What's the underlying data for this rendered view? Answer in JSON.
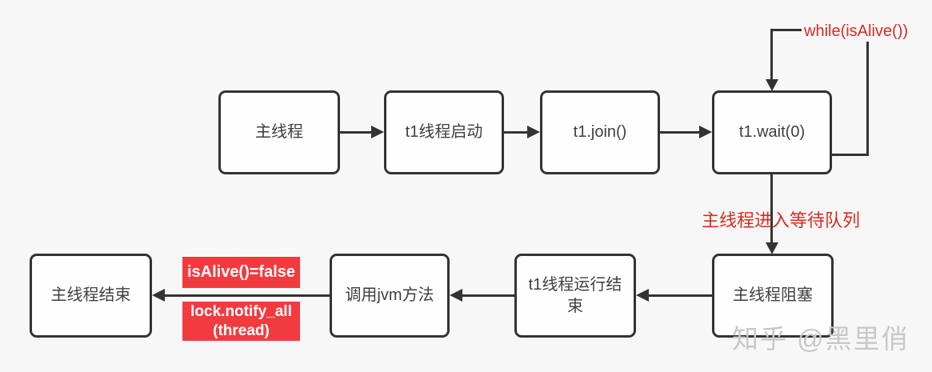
{
  "diagram": {
    "background_color": "#f7f7f7",
    "line_color": "#333333",
    "annotation_red": "#d92b21",
    "label_bg_red": "#f23b3f",
    "nodes": {
      "main_thread": "主线程",
      "t1_start": "t1线程启动",
      "t1_join": "t1.join()",
      "t1_wait": "t1.wait(0)",
      "main_blocked": "主线程阻塞",
      "t1_end": "t1线程运行结束",
      "jvm_call": "调用jvm方法",
      "main_end": "主线程结束"
    },
    "annotations": {
      "while_loop": "while(isAlive())",
      "wait_queue": "主线程进入等待队列",
      "isalive_false": "isAlive()=false",
      "notify_line1": "lock.notify_all",
      "notify_line2": "(thread)"
    },
    "watermark": "知乎 @黑里俏"
  }
}
